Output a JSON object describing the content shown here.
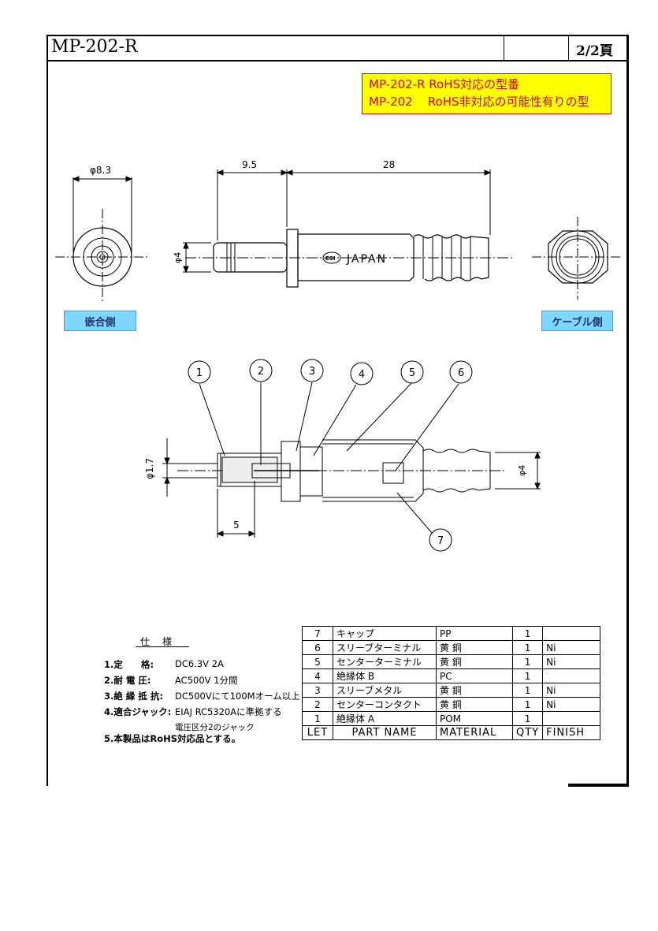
{
  "header": {
    "model": "MP-202-R",
    "page": "2/2頁"
  },
  "note": {
    "line1": "MP-202-R RoHS対応の型番",
    "line2": "MP-202    RoHS非対応の可能性有りの型"
  },
  "views": {
    "mating_side": "嵌合側",
    "cable_side": "ケーブル側"
  },
  "dimensions": {
    "diameter_8_3": "φ8.3",
    "length_9_5": "9.5",
    "length_28": "28",
    "diameter_4_top": "φ4",
    "diameter_1_7": "φ1.7",
    "length_5": "5",
    "diameter_4_section": "φ4"
  },
  "body_marking": "JAPAN",
  "logo_text": "ESI",
  "callouts": [
    "1",
    "2",
    "3",
    "4",
    "5",
    "6",
    "7"
  ],
  "spec": {
    "title": "仕様",
    "items": [
      {
        "key": "1.定　　格:",
        "value": "DC6.3V 2A"
      },
      {
        "key": "2.耐 電 圧:",
        "value": "AC500V 1分間"
      },
      {
        "key": "3.絶 縁 抵 抗:",
        "value": "DC500Vにて100Mオーム以上"
      },
      {
        "key": "4.適合ジャック:",
        "value": "EIAJ RC5320Aに準拠する"
      },
      {
        "key": "",
        "value": "電圧区分2のジャック"
      },
      {
        "key": "5.本製品はRoHS対応品とする。",
        "value": ""
      }
    ]
  },
  "parts_table": {
    "header": {
      "let": "LET",
      "name": "PART NAME",
      "material": "MATERIAL",
      "qty": "QTY",
      "finish": "FINISH"
    },
    "rows": [
      {
        "let": "7",
        "name": "キャップ",
        "material": "PP",
        "qty": "1",
        "finish": ""
      },
      {
        "let": "6",
        "name": "スリーブターミナル",
        "material": "黄 銅",
        "qty": "1",
        "finish": "Ni"
      },
      {
        "let": "5",
        "name": "センターターミナル",
        "material": "黄 銅",
        "qty": "1",
        "finish": "Ni"
      },
      {
        "let": "4",
        "name": "絶縁体 B",
        "material": "PC",
        "qty": "1",
        "finish": ""
      },
      {
        "let": "3",
        "name": "スリーブメタル",
        "material": "黄 銅",
        "qty": "1",
        "finish": "Ni"
      },
      {
        "let": "2",
        "name": "センターコンタクト",
        "material": "黄 銅",
        "qty": "1",
        "finish": "Ni"
      },
      {
        "let": "1",
        "name": "絶縁体 A",
        "material": "POM",
        "qty": "1",
        "finish": ""
      }
    ]
  }
}
